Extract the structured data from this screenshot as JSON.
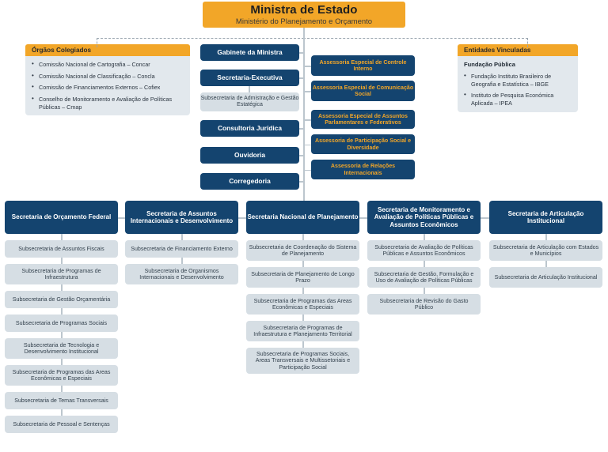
{
  "title": {
    "main": "Ministra de Estado",
    "sub": "Ministério do Planejamento e Orçamento"
  },
  "panel_left": {
    "header": "Órgãos Colegiados",
    "items": [
      "Comissão Nacional de Cartografia – Concar",
      "Comissão Nacional de Classificação – Concla",
      "Comissão de Financiamentos Externos – Cofiex",
      "Conselho de Monitoramento e Avaliação de Políticas Públicas – Cmap"
    ]
  },
  "panel_right": {
    "header": "Entidades Vinculadas",
    "subtitle": "Fundação Pública",
    "items": [
      "Fundação Instituto Brasileiro  de Geografia e Estatística – IBGE",
      "Instituto de Pesquisa Económica Aplicada – IPEA"
    ]
  },
  "central": {
    "items": [
      "Gabinete da Ministra",
      "Secretaria-Executiva",
      "Consultoria Jurídica",
      "Ouvidoria",
      "Corregedoria"
    ],
    "executive_sub": "Subsecretaria de Admistração e Gestão Estatégica"
  },
  "advisory": {
    "items": [
      "Assessoria Especial de Controle Interno",
      "Assessoria Especial de Comunicação Social",
      "Assessoria Especial de Assuntos Parlamentares e Federativos",
      "Assessoria de Participação Social e Diversidade",
      "Assessoria de Relações Internacionais"
    ]
  },
  "secretariats": [
    {
      "name": "Secretaria de Orçamento Federal",
      "subs": [
        "Subsecretaria de Assuntos Fiscais",
        "Subsecretaria de Programas de Infraestrutura",
        "Subsecretaria de Gestão Orçamentária",
        "Subsecretaria de Programas Sociais",
        "Subsecretaria de Tecnologia e Desenvolvimento Institucional",
        "Subsecretaria de Programas das Areas Econômicas e Especiais",
        "Subsecretaria de Temas Transversais",
        "Subsecretaria de Pessoal e Sentenças"
      ]
    },
    {
      "name": "Secretaria de Assuntos Internacionais e Desenvolvimento",
      "subs": [
        "Subsecretaria de Financiamento Externo",
        "Subsecretaria de Organismos Internacionais e Desenvolvimento"
      ]
    },
    {
      "name": "Secretaria Nacional de Planejamento",
      "subs": [
        "Subsecretaria de Coordenação do Sistema de Planejamento",
        "Subsecretaria de Planejamento de Longo Prazo",
        "Subsecretaria de Programas das Areas Econômicas e Especiais",
        "Subsecretaria de Programas de Infraestrutura e Planejamento Territorial",
        "Subsecretaria de Programas Sociais, Areas Transversais e Multissetoriais e Participação Social"
      ]
    },
    {
      "name": "Secretaria de Monitoramento e Avaliação de Políticas Públicas e Assuntos Econômicos",
      "subs": [
        "Subsecretaria de Avaliação de Políticas Públicas e Assuntos Econômicos",
        "Subsecretaria de Gestão, Formulação e Uso de Avaliação de Políticas Públicas",
        "Subsecretaria de Revisão do Gasto Público"
      ]
    },
    {
      "name": "Secretaria de Articulação Institucional",
      "subs": [
        "Subsecretaria de Articulação com Estados e Municípios",
        "Subsecretaria de Articulação Institucional"
      ]
    }
  ],
  "colors": {
    "orange": "#F2A628",
    "navy": "#14446F",
    "grey": "#D6DEE4",
    "panel_bg": "#E2E8ED",
    "line": "#BCC6CE"
  }
}
